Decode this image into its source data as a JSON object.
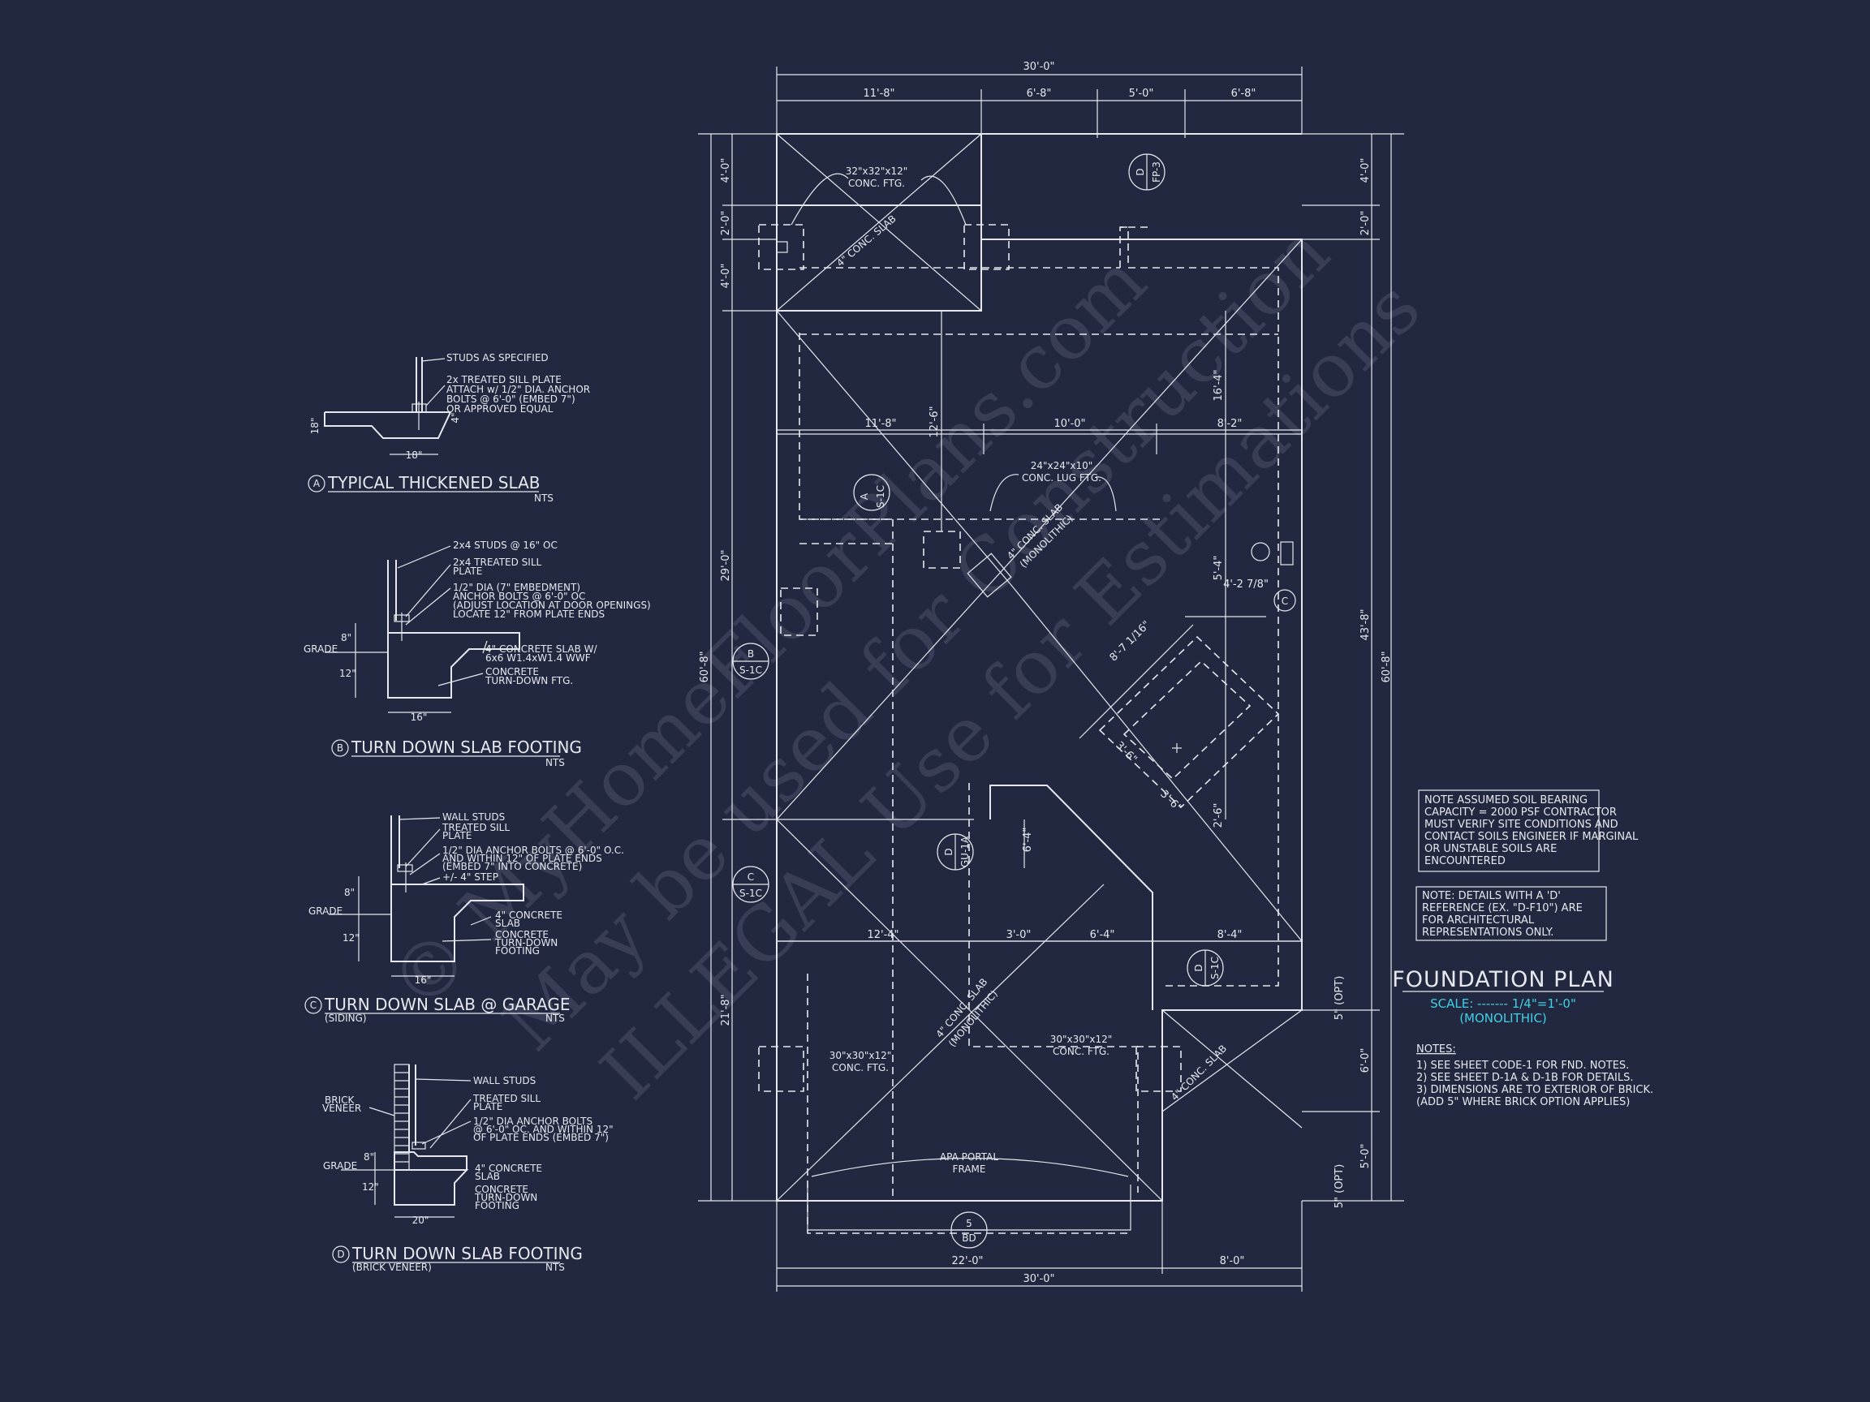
{
  "watermark": {
    "line1": "© MyHomeFloorPlans.com",
    "line2": "May be used for Construction",
    "line3": "ILLEGAL Use for Estimations"
  },
  "plan": {
    "title": "FOUNDATION PLAN",
    "scale": "SCALE: ------- 1/4\"=1'-0\"",
    "scale_note": "(MONOLITHIC)",
    "overall_width": "30'-0\"",
    "overall_depth": "60'-8\"",
    "top_dims": [
      "11'-8\"",
      "6'-8\"",
      "5'-0\"",
      "6'-8\""
    ],
    "bottom_dims": [
      "22'-0\"",
      "8'-0\""
    ],
    "mid_dims_upper": [
      "11'-8\"",
      "10'-0\"",
      "8'-2\""
    ],
    "mid_dims_lower": [
      "12'-4\"",
      "3'-0\"",
      "6'-4\"",
      "8'-4\""
    ],
    "left_dims": [
      "4'-0\"",
      "2'-0\"",
      "4'-0\"",
      "29'-0\"",
      "21'-8\""
    ],
    "right_dims": [
      "4'-0\"",
      "2'-0\"",
      "43'-8\"",
      "6'-0\"",
      "5'-0\""
    ],
    "right_opt": [
      "5\" (OPT)",
      "5\" (OPT)"
    ],
    "inner_dims": [
      "16'-4\"",
      "12'-6\"",
      "5'-4\"",
      "4'-2 7/8\"",
      "8'-7 1/16\"",
      "3'-6\"",
      "3'-6\"",
      "2'-6\"",
      "6'-4\""
    ],
    "labels": {
      "ftg_32": "32\"x32\"x12\"",
      "ftg_32b": "CONC. FTG.",
      "slab_top": "4\" CONC. SLAB",
      "lug_a": "24\"x24\"x10\"",
      "lug_b": "CONC. LUG FTG.",
      "slab_mid_a": "4\" CONC. SLAB",
      "slab_mid_b": "(MONOLITHIC)",
      "slab_low_a": "4\" CONC. SLAB",
      "slab_low_b": "(MONOLITHIC)",
      "ftg_30l_a": "30\"x30\"x12\"",
      "ftg_30l_b": "CONC. FTG.",
      "ftg_30r_a": "30\"x30\"x12\"",
      "ftg_30r_b": "CONC. FTG.",
      "slab_garage": "4\" CONC. SLAB",
      "portal_a": "APA PORTAL",
      "portal_b": "FRAME"
    },
    "callouts": [
      {
        "id": "A",
        "ref": "S-1C"
      },
      {
        "id": "B",
        "ref": "S-1C"
      },
      {
        "id": "C",
        "ref": "S-1C"
      },
      {
        "id": "D",
        "ref": "S-1C"
      },
      {
        "id": "D",
        "ref": "FP-3"
      },
      {
        "id": "D",
        "ref": "GU-1A"
      },
      {
        "id": "5",
        "ref": "BD"
      },
      {
        "id": "C",
        "ref": ""
      }
    ]
  },
  "notes_box1": [
    "NOTE ASSUMED SOIL BEARING",
    "CAPACITY = 2000 PSF CONTRACTOR",
    "MUST VERIFY SITE CONDITIONS AND",
    "CONTACT SOILS ENGINEER IF MARGINAL",
    "OR UNSTABLE SOILS ARE",
    "ENCOUNTERED"
  ],
  "notes_box2": [
    "NOTE: DETAILS WITH A 'D'",
    "REFERENCE (EX. \"D-F10\") ARE",
    "FOR ARCHITECTURAL",
    "REPRESENTATIONS ONLY."
  ],
  "notes_heading": "NOTES:",
  "notes": [
    "1)  SEE SHEET CODE-1 FOR FND. NOTES.",
    "2)  SEE SHEET D-1A & D-1B FOR DETAILS.",
    "3)  DIMENSIONS ARE TO EXTERIOR OF BRICK.",
    "     (ADD 5\" WHERE BRICK OPTION APPLIES)"
  ],
  "details": [
    {
      "letter": "A",
      "title": "TYPICAL THICKENED SLAB",
      "sub": "",
      "nts": "NTS",
      "labels": [
        "STUDS AS SPECIFIED",
        "2x TREATED SILL PLATE",
        "ATTACH w/ 1/2\" DIA. ANCHOR",
        "BOLTS @ 6'-0\" (EMBED 7\")",
        "OR APPROVED EQUAL"
      ],
      "dims": [
        "18\"",
        "18\"",
        "4\""
      ]
    },
    {
      "letter": "B",
      "title": "TURN DOWN SLAB FOOTING",
      "sub": "",
      "nts": "NTS",
      "labels": [
        "2x4 STUDS @ 16\" OC",
        "2x4 TREATED SILL",
        "PLATE",
        "1/2\" DIA (7\" EMBEDMENT)",
        "ANCHOR BOLTS @ 6'-0\" OC",
        "(ADJUST LOCATION AT DOOR OPENINGS)",
        "LOCATE 12\" FROM PLATE ENDS",
        "4\" CONCRETE SLAB W/",
        "6x6 W1.4xW1.4 WWF",
        "CONCRETE",
        "TURN-DOWN FTG."
      ],
      "dims": [
        "GRADE",
        "8\"",
        "12\"",
        "16\""
      ]
    },
    {
      "letter": "C",
      "title": "TURN DOWN SLAB @ GARAGE",
      "sub": "(SIDING)",
      "nts": "NTS",
      "labels": [
        "WALL STUDS",
        "TREATED SILL",
        "PLATE",
        "1/2\" DIA ANCHOR BOLTS @ 6'-0\" O.C.",
        "AND WITHIN 12\" OF PLATE ENDS",
        "(EMBED 7\" INTO CONCRETE)",
        "+/- 4\" STEP",
        "4\" CONCRETE",
        "SLAB",
        "CONCRETE",
        "TURN-DOWN",
        "FOOTING"
      ],
      "dims": [
        "GRADE",
        "8\"",
        "12\"",
        "16\""
      ]
    },
    {
      "letter": "D",
      "title": "TURN DOWN SLAB FOOTING",
      "sub": "(BRICK VENEER)",
      "nts": "NTS",
      "labels": [
        "WALL STUDS",
        "BRICK",
        "VENEER",
        "TREATED SILL",
        "PLATE",
        "1/2\" DIA ANCHOR BOLTS",
        "@ 6'-0\" OC. AND WITHIN 12\"",
        "OF PLATE ENDS (EMBED 7\")",
        "4\" CONCRETE",
        "SLAB",
        "CONCRETE",
        "TURN-DOWN",
        "FOOTING"
      ],
      "dims": [
        "GRADE",
        "8\"",
        "12\"",
        "20\""
      ]
    }
  ],
  "colors": {
    "background": "#222840",
    "line": "#e6e8ee",
    "accent": "#3fd0e6"
  }
}
